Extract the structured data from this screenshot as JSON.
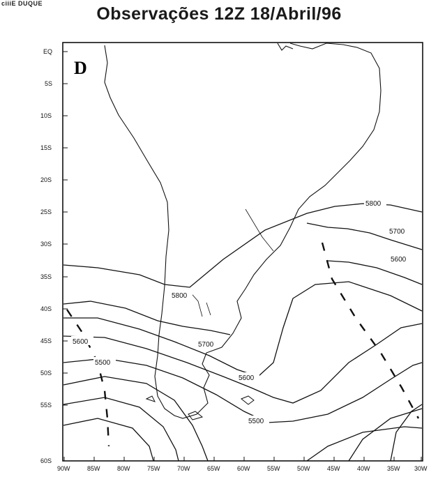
{
  "page": {
    "corner_text": "ciiiE DUQUE",
    "title": "Observações 12Z 18/Abril/96",
    "panel_label": "D"
  },
  "map": {
    "lat_ticks": [
      "EQ",
      "5S",
      "10S",
      "15S",
      "20S",
      "25S",
      "30S",
      "35S",
      "40S",
      "45S",
      "50S",
      "55S",
      "60S"
    ],
    "lon_ticks": [
      "90W",
      "85W",
      "80W",
      "75W",
      "70W",
      "65W",
      "60W",
      "55W",
      "50W",
      "45W",
      "40W",
      "35W",
      "30W"
    ],
    "contour_labels": [
      "5800",
      "5700",
      "5600",
      "5800",
      "5700",
      "5600",
      "5500",
      "5600",
      "5500"
    ],
    "line_color": "#111111",
    "background": "#ffffff"
  }
}
